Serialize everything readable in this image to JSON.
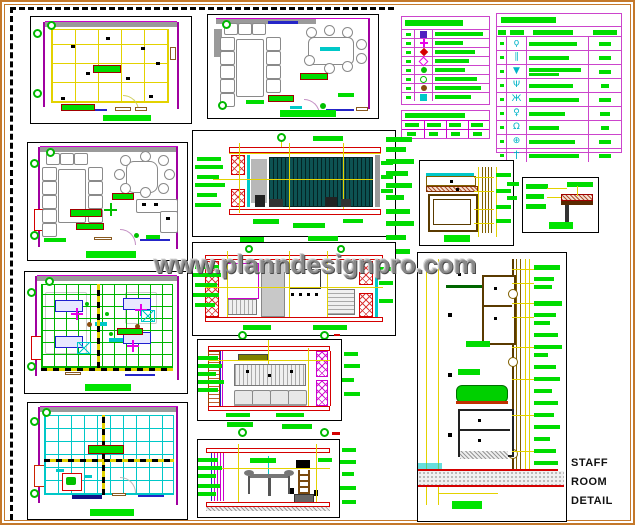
{
  "watermark": {
    "text": "www.planndesignpro.com"
  },
  "title_block": {
    "line1": "STAFF",
    "line2": "ROOM",
    "line3": "DETAIL"
  },
  "colors": {
    "label_green": "#00dc00",
    "dim_yellow": "#e3d200",
    "table_magenta": "#cc44cc",
    "accent_red": "#d40000",
    "cyan": "#00c8c8",
    "teal_panel": "#0d5252",
    "border_orange": "#c4782a",
    "wall_purple": "#a000a0",
    "blue": "#2525c8",
    "brown": "#8a5a20"
  },
  "legend_symbols": {
    "rows": [
      {
        "icon": "square-fixture-symbol",
        "cls": "sy sy-sq c-blu"
      },
      {
        "icon": "cross-fixture-symbol",
        "cls": "sy sy-cr c-mag"
      },
      {
        "icon": "diamond-fixture-symbol",
        "cls": "sy sy-di c-red"
      },
      {
        "icon": "diamond-outline-symbol",
        "cls": "sy sy-dio c-mag"
      },
      {
        "icon": "round-fixture-symbol",
        "cls": "sy sy-ci c-grn"
      },
      {
        "icon": "round-outline-symbol",
        "cls": "sy sy-co c-grn"
      },
      {
        "icon": "round-brown-symbol",
        "cls": "sy sy-ci c-brn"
      },
      {
        "icon": "square-cyan-symbol",
        "cls": "sy sy-sq c-cyn"
      }
    ]
  },
  "legend_electrical": {
    "rows": [
      {
        "glyph": "ϙ"
      },
      {
        "glyph": "∥"
      },
      {
        "glyph": "▼"
      },
      {
        "glyph": "Ψ"
      },
      {
        "glyph": "Ж"
      },
      {
        "glyph": "♀"
      },
      {
        "glyph": "Ω"
      },
      {
        "glyph": "⊕"
      },
      {
        "glyph": "Ϯ"
      }
    ]
  }
}
